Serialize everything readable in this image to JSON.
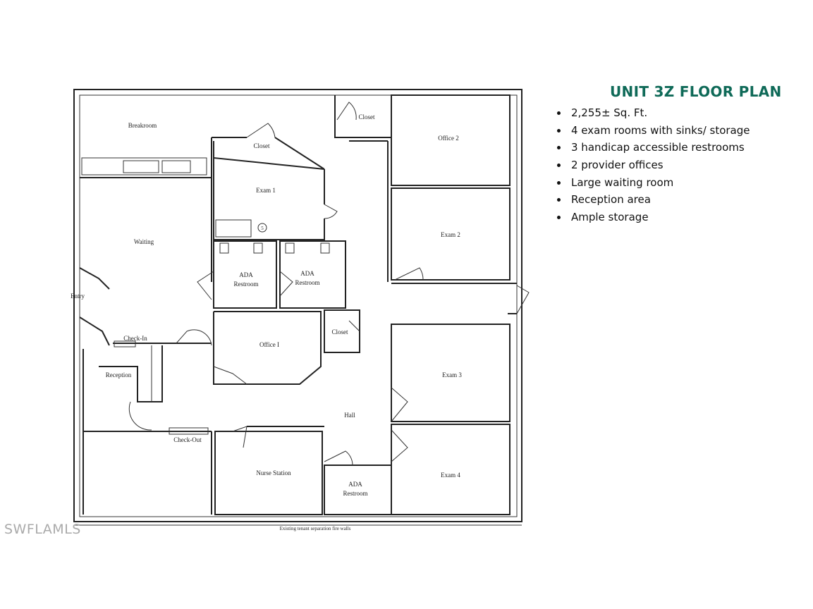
{
  "title": "UNIT 3Z FLOOR PLAN",
  "features": [
    "2,255± Sq. Ft.",
    "4 exam rooms with sinks/ storage",
    "3 handicap accessible restrooms",
    "2 provider offices",
    "Large waiting room",
    "Reception area",
    "Ample storage"
  ],
  "plan": {
    "rooms": {
      "breakroom": "Breakroom",
      "closet_top": "Closet",
      "office2": "Office 2",
      "closet_exam1": "Closet",
      "exam1": "Exam 1",
      "waiting": "Waiting",
      "exam2": "Exam 2",
      "ada1": [
        "ADA",
        "Restroom"
      ],
      "ada2": [
        "ADA",
        "Restroom"
      ],
      "entry": "Entry",
      "closet_mid": "Closet",
      "checkin": "Check-In",
      "office1": "Office I",
      "reception": "Reception",
      "exam3": "Exam 3",
      "hall": "Hall",
      "checkout": "Check-Out",
      "nurse": "Nurse Station",
      "exam4": "Exam 4",
      "ada3": [
        "ADA",
        "Restroom"
      ]
    },
    "footer_note": "Existing tenant separation fire walls",
    "exam1_marker": "5"
  },
  "watermark": "SWFLAMLS",
  "colors": {
    "title": "#0f6a58"
  }
}
